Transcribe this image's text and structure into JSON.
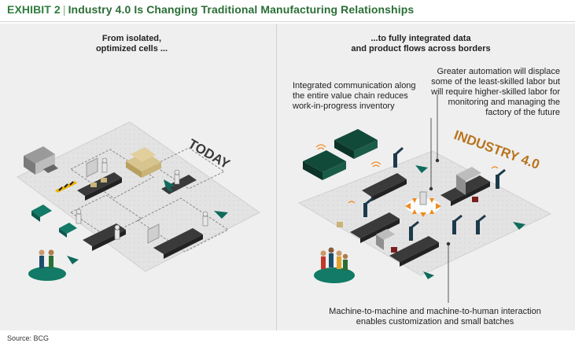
{
  "header": {
    "exhibit": "EXHIBIT 2",
    "separator": "|",
    "title": "Industry 4.0 Is Changing Traditional Manufacturing Relationships"
  },
  "left_panel": {
    "heading_line1": "From isolated,",
    "heading_line2": "optimized cells ...",
    "stage_label": "TODAY"
  },
  "right_panel": {
    "heading_line1": "...to fully integrated data",
    "heading_line2": "and product flows across borders",
    "stage_label": "INDUSTRY 4.0",
    "note_integrated": "Integrated communication along the entire value chain reduces work-in-progress inventory",
    "note_automation": "Greater automation will displace some of the least-skilled labor but will require higher-skilled labor for monitoring and managing the factory of the future",
    "note_m2m": "Machine-to-machine and machine-to-human interaction enables customization and small batches"
  },
  "footer": {
    "source": "Source: BCG"
  },
  "colors": {
    "accent_green": "#2f7d3d",
    "industry_orange": "#b8741f",
    "teal": "#0f6b5c",
    "floor": "#e4e4e4"
  }
}
